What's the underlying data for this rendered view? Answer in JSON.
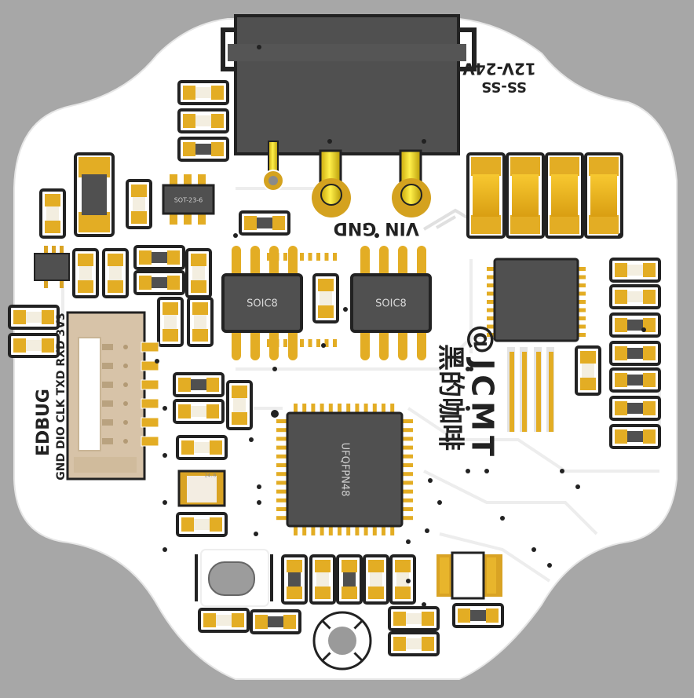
{
  "board": {
    "colors": {
      "background": "#a7a7a7",
      "board": "#ffffff",
      "copper": "#e3ad24",
      "chip": "#505050",
      "wire": "#f3dc12",
      "trace": "#eeeeee"
    }
  },
  "labels": {
    "power_rating": "12V-24V",
    "ss_code": "SS-SS",
    "vin": "VIN",
    "gnd": "GND",
    "soic_left": "SOIC8",
    "soic_right": "SOIC8",
    "sot": "SOT-23-6",
    "mcu": "UFQFPN48",
    "debug_title": "EDBUG",
    "debug_pins": "GND DIO CLK TXD RXD 3V3",
    "author_handle": "@JCMT",
    "author_cn": "黑的咖啡",
    "crystal": "24.0"
  }
}
